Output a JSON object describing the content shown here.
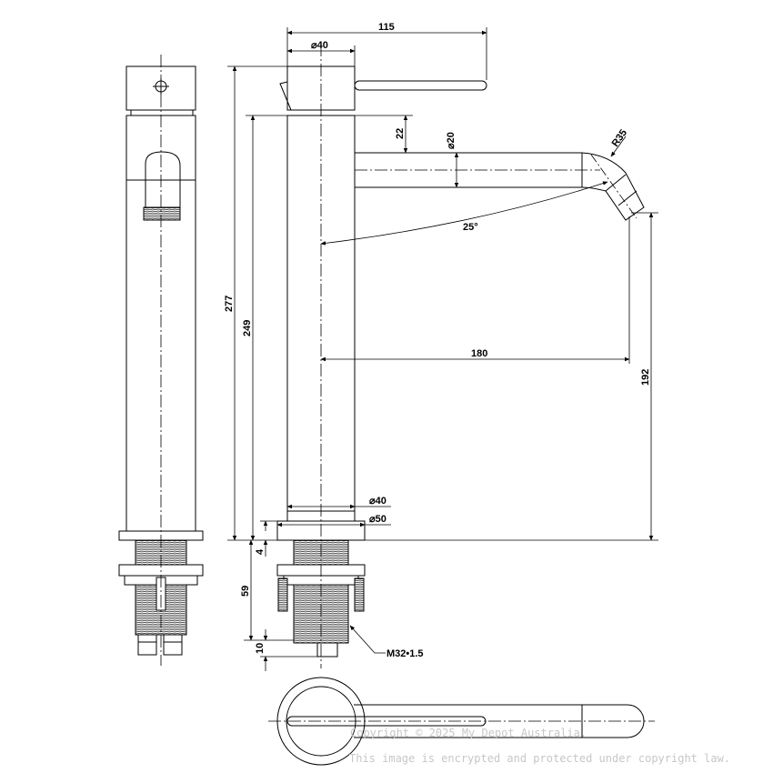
{
  "dimensions": {
    "overall_reach": "115",
    "lever_diameter": "40",
    "tube_offset": "22",
    "spout_diameter": "20",
    "spout_radius": "R35",
    "spout_angle": "25°",
    "body_height": "277",
    "spout_height": "249",
    "spout_reach": "180",
    "outlet_height": "192",
    "base_diameter": "40",
    "flange_diameter": "50",
    "flange_thickness": "4",
    "shank_length": "59",
    "connector_length": "10",
    "thread_spec": "M32•1.5"
  },
  "watermark": {
    "line1": "Copyright © 2025 My Depot Australia.",
    "line2": "This image is encrypted and protected under copyright law."
  }
}
